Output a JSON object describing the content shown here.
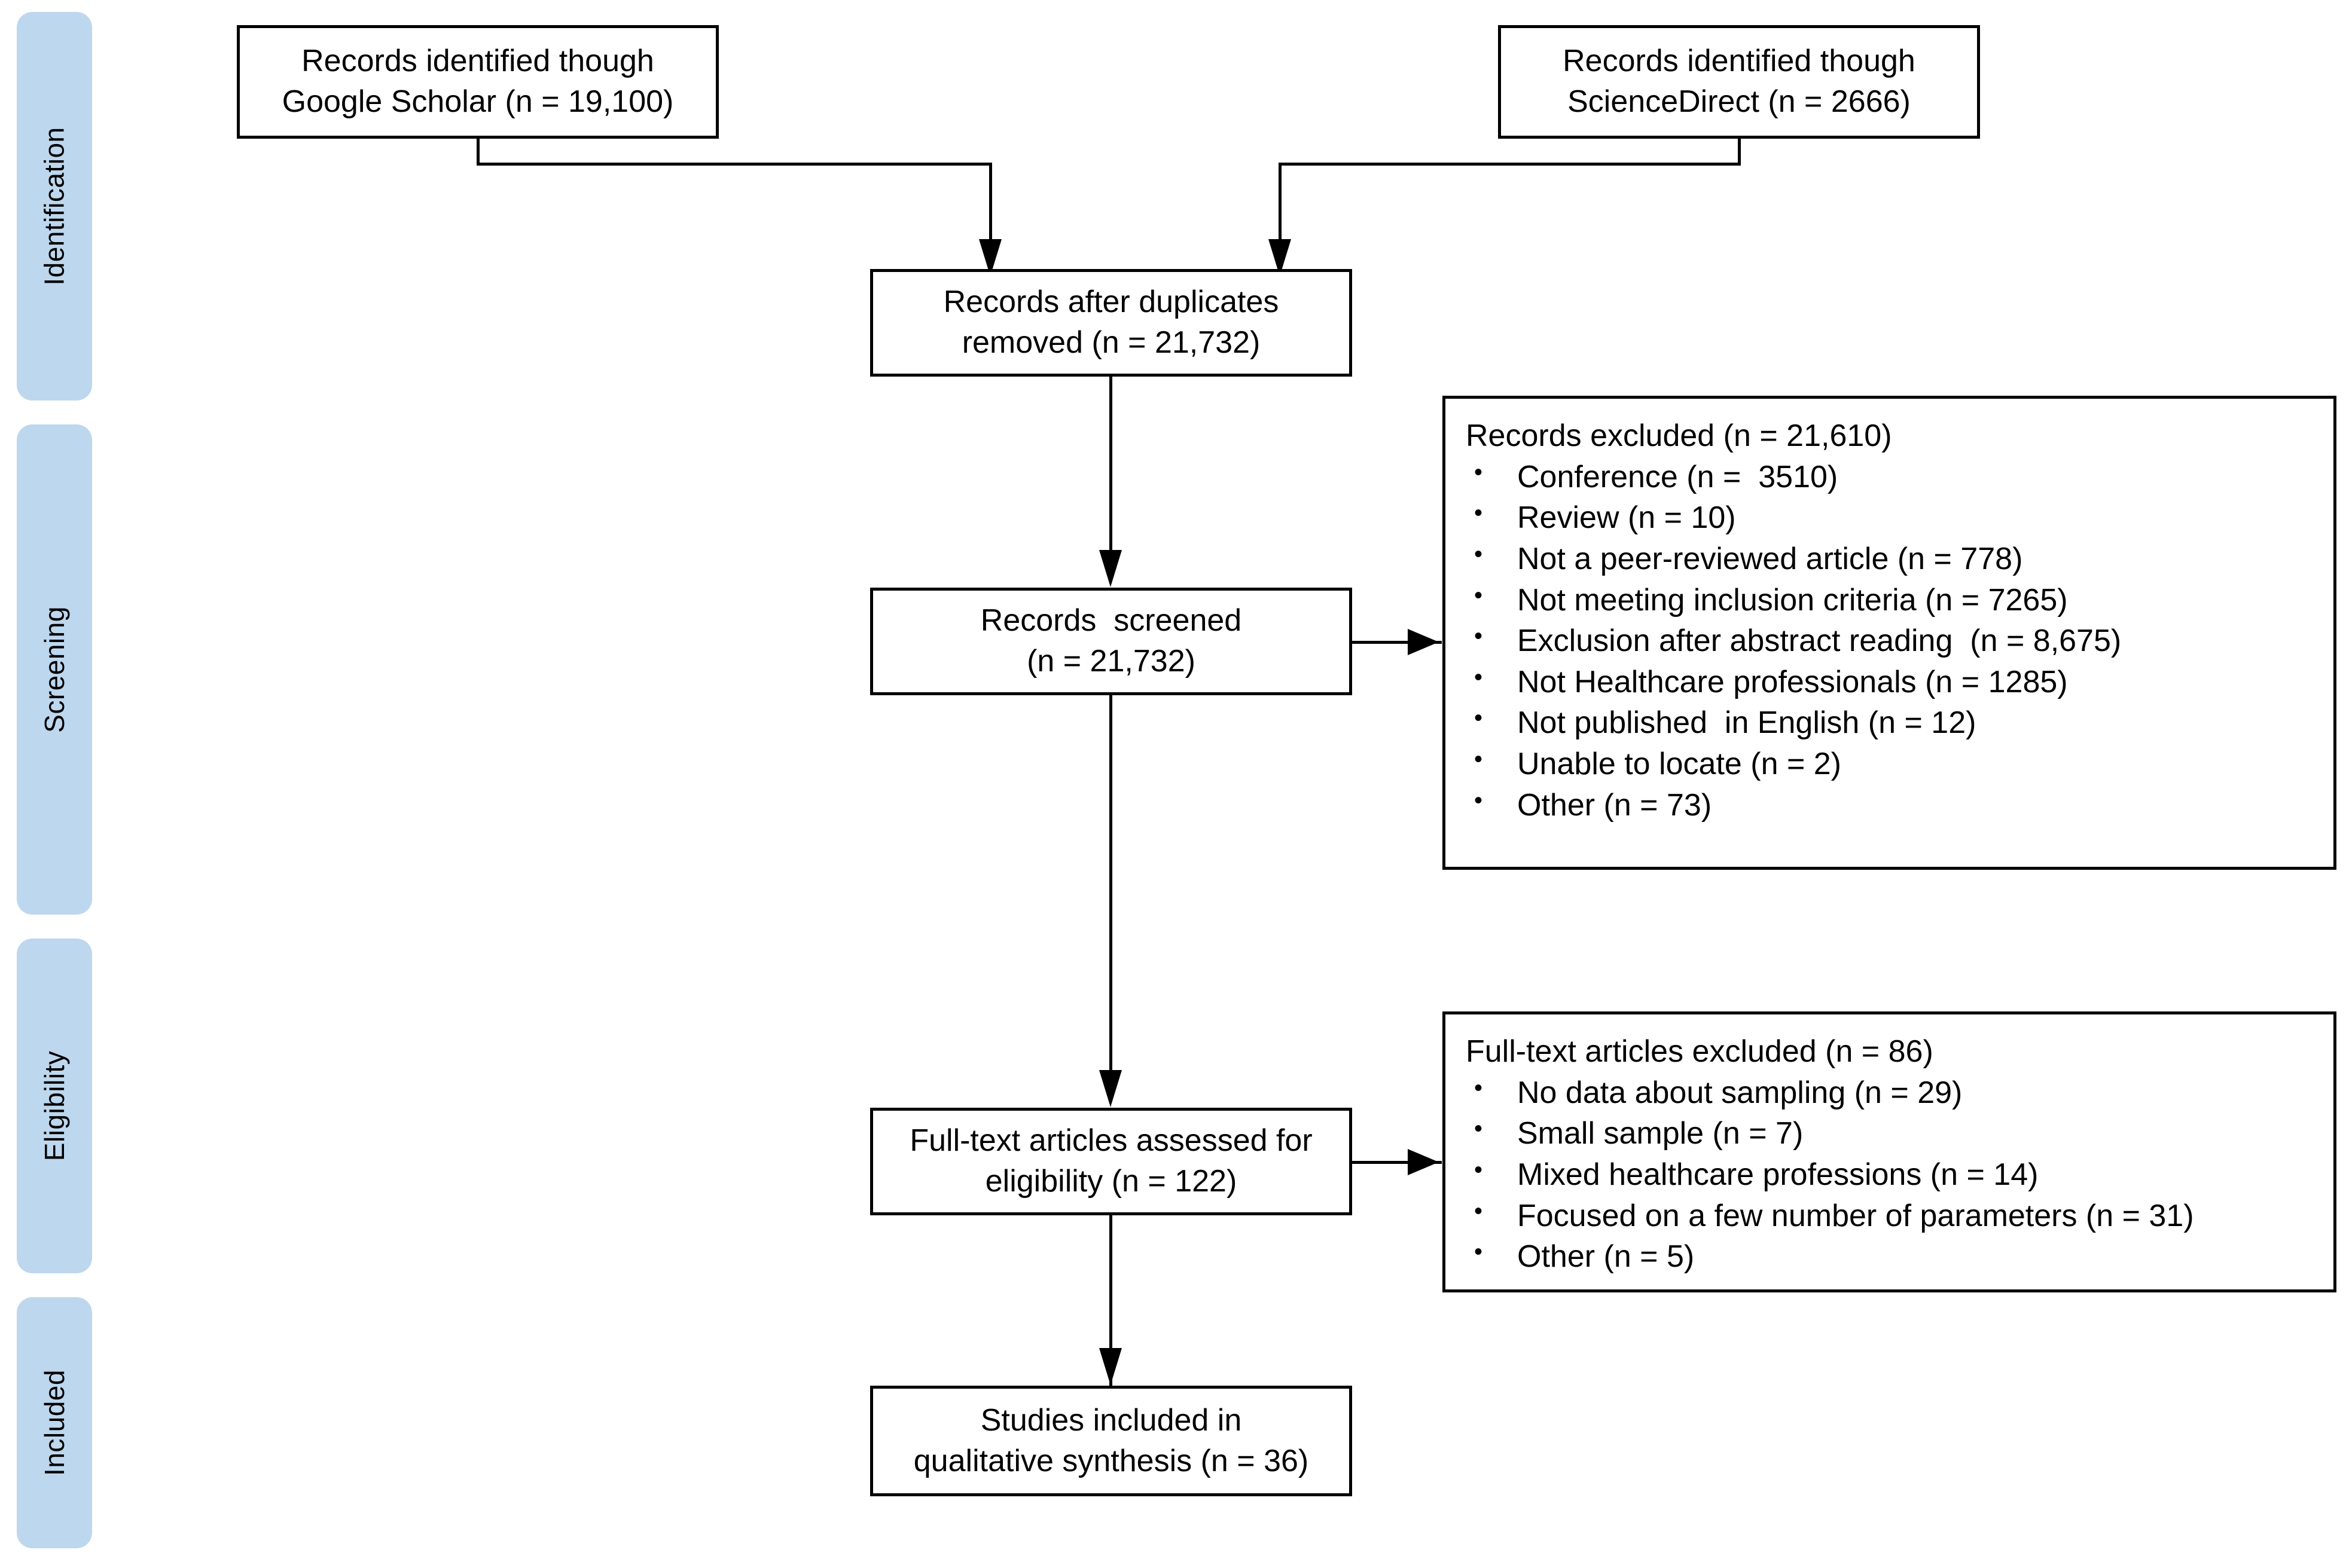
{
  "diagram": {
    "title": "PRISMA flow diagram",
    "accent_color": "#bdd7ee",
    "line_color": "#000000"
  },
  "stages": [
    {
      "label": "Identification"
    },
    {
      "label": "Screening"
    },
    {
      "label": "Eligibility"
    },
    {
      "label": "Included"
    }
  ],
  "boxes": {
    "source_google": {
      "line1": "Records identified though",
      "line2": "Google Scholar (n = 19,100)"
    },
    "source_sciencedirect": {
      "line1": "Records identified though",
      "line2": "ScienceDirect (n = 2666)"
    },
    "duplicates_removed": {
      "line1": "Records after duplicates",
      "line2": "removed (n = 21,732)"
    },
    "records_screened": {
      "line1": "Records  screened",
      "line2": "(n = 21,732)"
    },
    "fulltext_assessed": {
      "line1": "Full-text articles assessed for",
      "line2": "eligibility (n = 122)"
    },
    "studies_included": {
      "line1": "Studies included in",
      "line2": "qualitative synthesis (n = 36)"
    }
  },
  "exclusions": {
    "records_excluded": {
      "title": "Records excluded (n = 21,610)",
      "items": [
        "Conference (n =  3510)",
        "Review (n = 10)",
        "Not a peer-reviewed article (n = 778)",
        "Not meeting inclusion criteria (n = 7265)",
        "Exclusion after abstract reading  (n = 8,675)",
        "Not Healthcare professionals (n = 1285)",
        "Not published  in English (n = 12)",
        "Unable to locate (n = 2)",
        "Other (n = 73)"
      ]
    },
    "fulltext_excluded": {
      "title": "Full-text articles excluded (n = 86)",
      "items": [
        "No data about sampling (n = 29)",
        "Small sample (n = 7)",
        "Mixed healthcare professions (n = 14)",
        "Focused on a few number of parameters (n = 31)",
        "Other (n = 5)"
      ]
    }
  },
  "chart_data": {
    "type": "table",
    "title": "PRISMA flow diagram",
    "nodes": [
      {
        "id": "source_google",
        "stage": "Identification",
        "label": "Records identified though Google Scholar",
        "n": 19100
      },
      {
        "id": "source_sciencedirect",
        "stage": "Identification",
        "label": "Records identified though ScienceDirect",
        "n": 2666
      },
      {
        "id": "duplicates_removed",
        "stage": "Identification",
        "label": "Records after duplicates removed",
        "n": 21732
      },
      {
        "id": "records_screened",
        "stage": "Screening",
        "label": "Records screened",
        "n": 21732
      },
      {
        "id": "records_excluded",
        "stage": "Screening",
        "label": "Records excluded",
        "n": 21610
      },
      {
        "id": "fulltext_assessed",
        "stage": "Eligibility",
        "label": "Full-text articles assessed for eligibility",
        "n": 122
      },
      {
        "id": "fulltext_excluded",
        "stage": "Eligibility",
        "label": "Full-text articles excluded",
        "n": 86
      },
      {
        "id": "studies_included",
        "stage": "Included",
        "label": "Studies included in qualitative synthesis",
        "n": 36
      }
    ],
    "records_excluded_breakdown": [
      {
        "reason": "Conference",
        "n": 3510
      },
      {
        "reason": "Review",
        "n": 10
      },
      {
        "reason": "Not a peer-reviewed article",
        "n": 778
      },
      {
        "reason": "Not meeting inclusion criteria",
        "n": 7265
      },
      {
        "reason": "Exclusion after abstract reading",
        "n": 8675
      },
      {
        "reason": "Not Healthcare professionals",
        "n": 1285
      },
      {
        "reason": "Not published in English",
        "n": 12
      },
      {
        "reason": "Unable to locate",
        "n": 2
      },
      {
        "reason": "Other",
        "n": 73
      }
    ],
    "fulltext_excluded_breakdown": [
      {
        "reason": "No data about sampling",
        "n": 29
      },
      {
        "reason": "Small sample",
        "n": 7
      },
      {
        "reason": "Mixed healthcare professions",
        "n": 14
      },
      {
        "reason": "Focused on a few number of parameters",
        "n": 31
      },
      {
        "reason": "Other",
        "n": 5
      }
    ],
    "edges": [
      {
        "from": "source_google",
        "to": "duplicates_removed"
      },
      {
        "from": "source_sciencedirect",
        "to": "duplicates_removed"
      },
      {
        "from": "duplicates_removed",
        "to": "records_screened"
      },
      {
        "from": "records_screened",
        "to": "records_excluded"
      },
      {
        "from": "records_screened",
        "to": "fulltext_assessed"
      },
      {
        "from": "fulltext_assessed",
        "to": "fulltext_excluded"
      },
      {
        "from": "fulltext_assessed",
        "to": "studies_included"
      }
    ]
  }
}
